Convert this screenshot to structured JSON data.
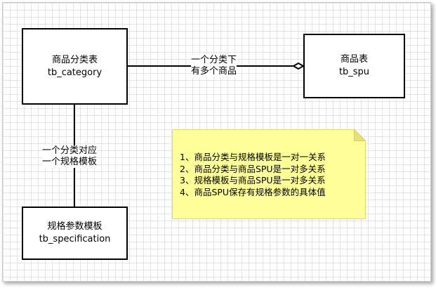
{
  "entities": {
    "category": {
      "name": "商品分类表",
      "table": "tb_category"
    },
    "spu": {
      "name": "商品表",
      "table": "tb_spu"
    },
    "specification": {
      "name": "规格参数模板",
      "table": "tb_specification"
    }
  },
  "relations": {
    "category_spu": {
      "line1": "一个分类下",
      "line2": "有多个商品"
    },
    "category_spec": {
      "line1": "一个分类对应",
      "line2": "一个规格模板"
    }
  },
  "note": {
    "lines": [
      "1、商品分类与规格模板是一对一关系",
      "2、商品分类与商品SPU是一对多关系",
      "3、规格模板与商品SPU是一对多关系",
      "4、商品SPU保存有规格参数的具体值"
    ]
  },
  "colors": {
    "note_fill": "#ffff99",
    "note_border": "#e0d86a",
    "grid": "#e4e4e4",
    "stroke": "#000000"
  }
}
